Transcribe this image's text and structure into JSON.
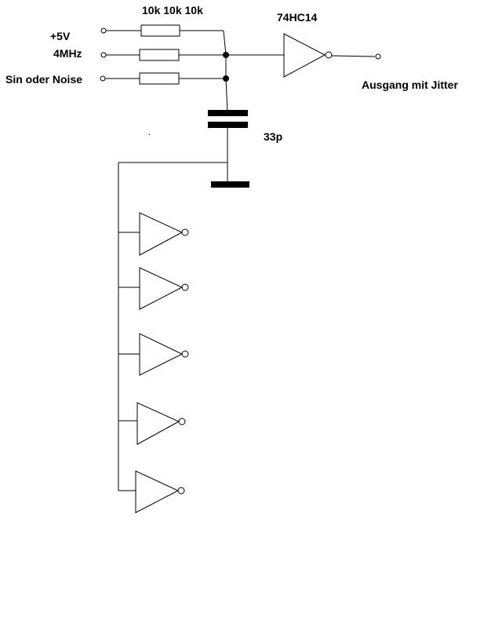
{
  "inputs": {
    "v5": "+5V",
    "clock": "4MHz",
    "noise": "Sin oder Noise"
  },
  "resistors_label": "10k 10k 10k",
  "ic_label": "74HC14",
  "output_label": "Ausgang mit Jitter",
  "capacitor_label": "33p"
}
